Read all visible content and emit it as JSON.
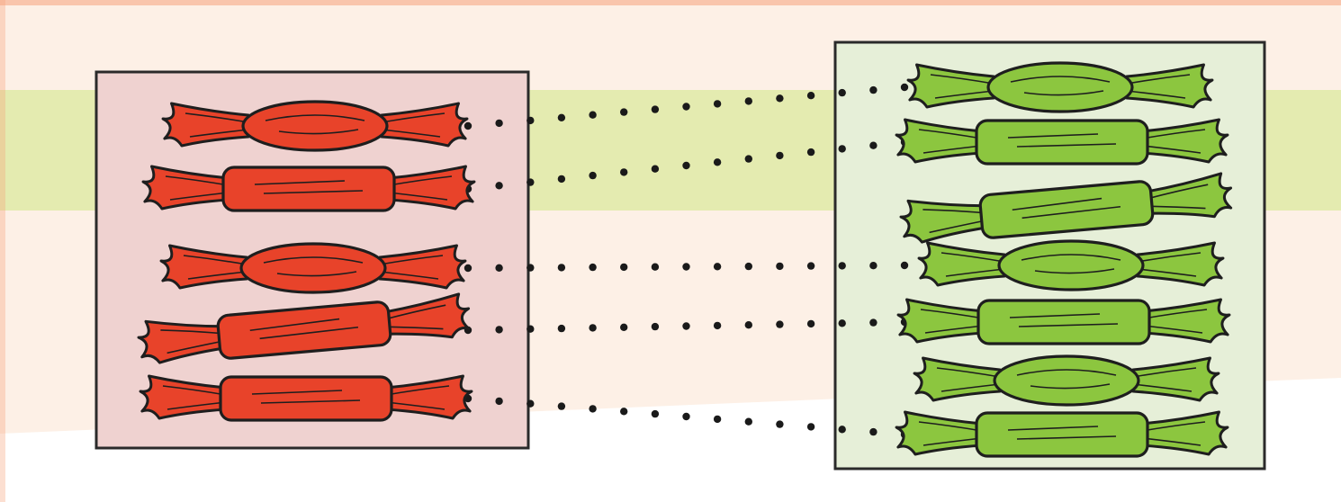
{
  "diagram": {
    "left_group": {
      "color": "#e8432a",
      "box_fill": "#efd2d0",
      "candies": [
        {
          "shape": "round",
          "tilt": "none"
        },
        {
          "shape": "rectangular",
          "tilt": "none"
        },
        {
          "shape": "round",
          "tilt": "none"
        },
        {
          "shape": "rectangular",
          "tilt": "up"
        },
        {
          "shape": "rectangular",
          "tilt": "none"
        }
      ]
    },
    "right_group": {
      "color": "#8cc63f",
      "box_fill": "#e6efd8",
      "candies": [
        {
          "shape": "round",
          "tilt": "none"
        },
        {
          "shape": "rectangular",
          "tilt": "none"
        },
        {
          "shape": "rectangular",
          "tilt": "up"
        },
        {
          "shape": "round",
          "tilt": "none"
        },
        {
          "shape": "rectangular",
          "tilt": "none"
        },
        {
          "shape": "round",
          "tilt": "none"
        },
        {
          "shape": "rectangular",
          "tilt": "none"
        }
      ]
    },
    "matches": [
      [
        0,
        0
      ],
      [
        1,
        1
      ],
      [
        2,
        3
      ],
      [
        3,
        4
      ],
      [
        4,
        6
      ]
    ],
    "unmatched_right": [
      2,
      5
    ],
    "connector_style": "dotted",
    "band_colors": {
      "background": "#fdf0e6",
      "stripe": "#e4ebb0",
      "bottom": "#ffffff",
      "accent": "#f5a37c"
    }
  }
}
